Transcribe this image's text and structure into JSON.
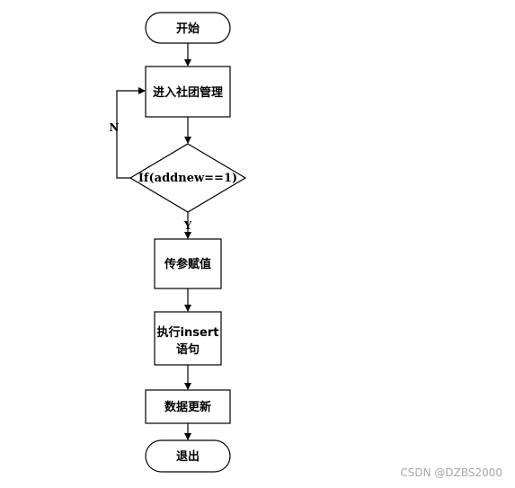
{
  "diagram": {
    "nodes": {
      "start": "开始",
      "enter": "进入社团管理",
      "condition": "If(addnew==1)",
      "assign": "传参赋值",
      "execute_line1": "执行insert",
      "execute_line2": "语句",
      "update": "数据更新",
      "end": "退出"
    },
    "edge_labels": {
      "no": "N",
      "yes": "Y"
    }
  },
  "watermark": "CSDN @DZBS2000"
}
